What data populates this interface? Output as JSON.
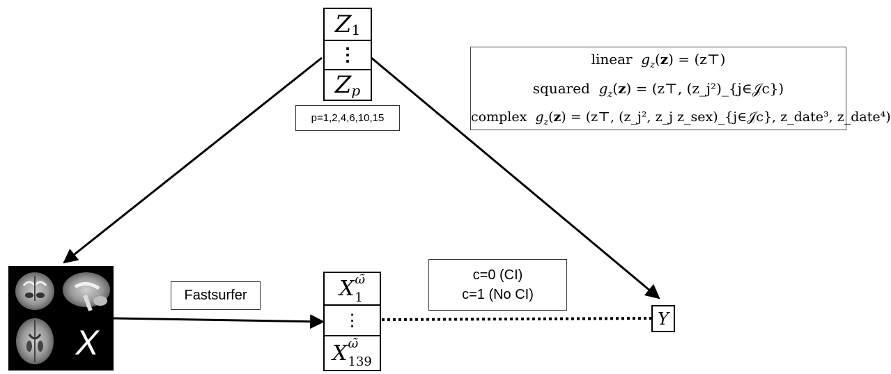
{
  "z_vector": {
    "top": "Z",
    "top_sub": "1",
    "middle": "⋮",
    "bottom": "Z",
    "bottom_sub": "p"
  },
  "p_values": "p=1,2,4,6,10,15",
  "g_functions": {
    "linear_name": "linear",
    "linear_rhs": "(z⊤)",
    "squared_name": "squared",
    "squared_rhs": "(z⊤, (z_j²)_{j∈𝒥c})",
    "complex_name": "complex",
    "complex_rhs": "(z⊤, (z_j², z_j z_sex)_{j∈𝒥c}, z_date³, z_date⁴)"
  },
  "image_label": "X",
  "fastsurfer_label": "Fastsurfer",
  "x_vector": {
    "top": "X",
    "top_sub": "1",
    "middle": "⋮",
    "bottom": "X",
    "bottom_sub": "139",
    "sup": "ω̃"
  },
  "condition": {
    "line1": "c=0 (CI)",
    "line2": "c=1 (No CI)"
  },
  "outcome_label": "Y"
}
